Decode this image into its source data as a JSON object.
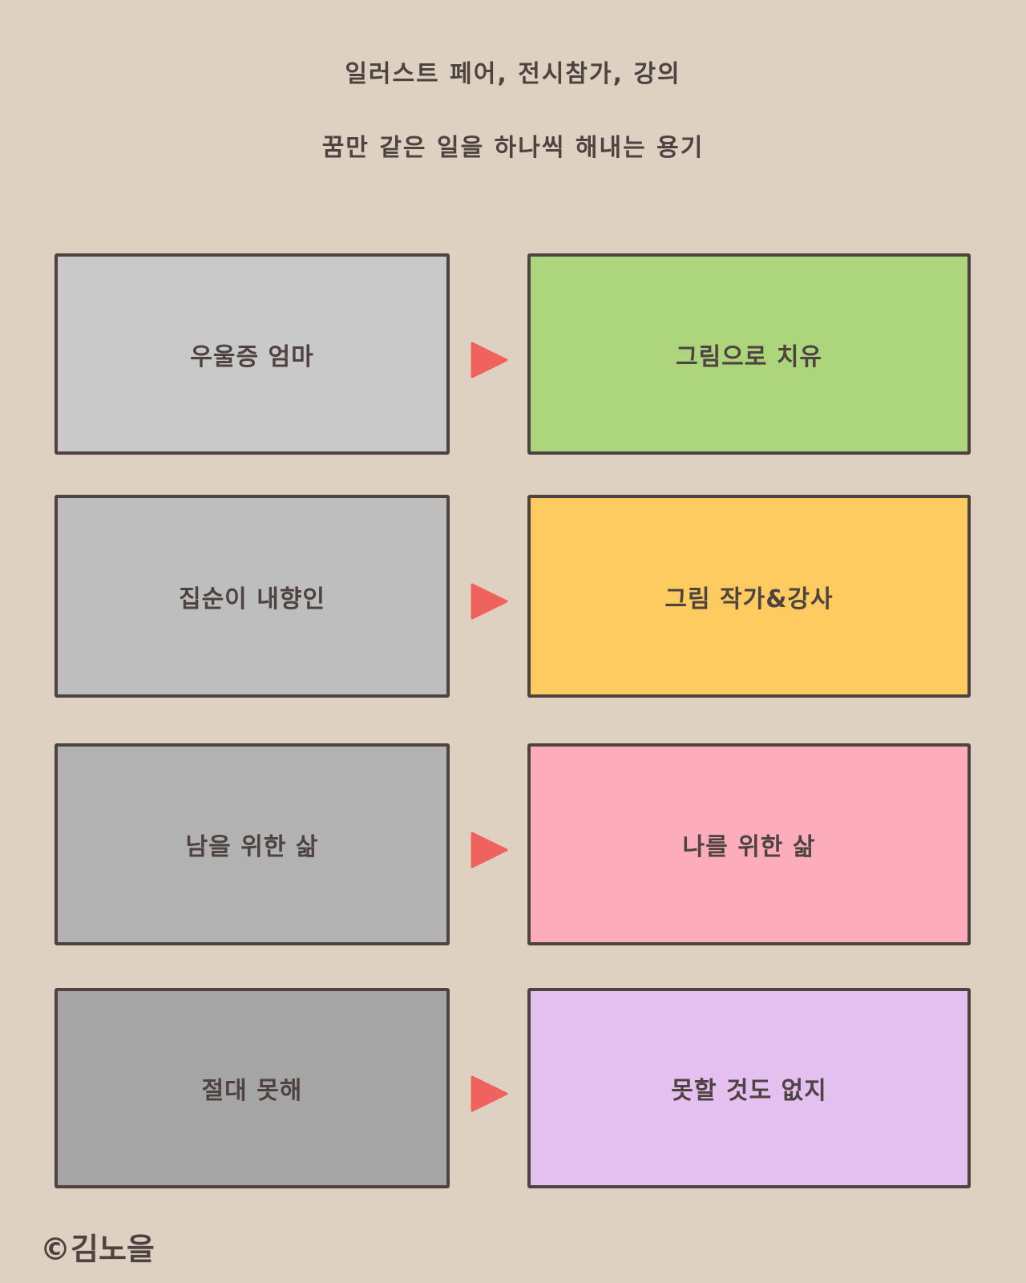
{
  "title": {
    "line1": "일러스트 페어, 전시참가, 강의",
    "line2": "꿈만 같은 일을 하나씩 해내는 용기"
  },
  "rows": [
    {
      "before": "우울증 엄마",
      "after": "그림으로 치유",
      "before_color": "#c9c9c9",
      "after_color": "#add67c"
    },
    {
      "before": "집순이 내향인",
      "after": "그림 작가&강사",
      "before_color": "#bebebe",
      "after_color": "#fdcb60"
    },
    {
      "before": "남을 위한 삶",
      "after": "나를 위한 삶",
      "before_color": "#b2b2b2",
      "after_color": "#fdacbc"
    },
    {
      "before": "절대 못해",
      "after": "못할 것도 없지",
      "before_color": "#a5a5a5",
      "after_color": "#e3c0ef"
    }
  ],
  "arrow_icon": "play-triangle-icon",
  "arrow_color": "#f0625e",
  "copyright": "©김노을"
}
